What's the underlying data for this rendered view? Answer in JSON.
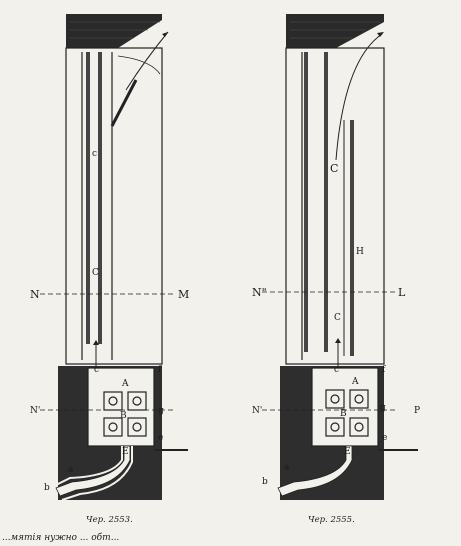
{
  "figures": [
    {
      "id": "left",
      "caption": "Чер. 2553.",
      "labels": {
        "N": "N",
        "M": "M",
        "N_prime": "N'",
        "g": "g",
        "A": "A",
        "B": "B",
        "c": "c",
        "C": "C",
        "f": "f",
        "e": "e",
        "E": "E",
        "a": "a",
        "b": "b",
        "c_small": "c"
      }
    },
    {
      "id": "right",
      "caption": "Чер. 2555.",
      "labels": {
        "N2": "N\"",
        "L": "L",
        "N_prime": "N'",
        "P": "P",
        "g": "g",
        "A": "A",
        "B": "B",
        "C": "C",
        "H": "H",
        "C_lower": "C",
        "f": "f",
        "e": "e",
        "E": "E",
        "a": "a",
        "b": "b",
        "c": "c"
      }
    }
  ],
  "footer_text": "...мятія нужно ... обт..."
}
